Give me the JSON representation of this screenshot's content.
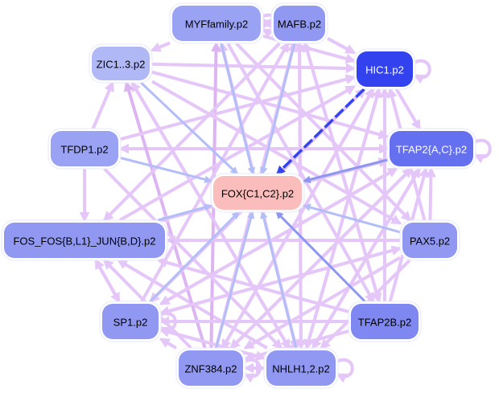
{
  "diagram": {
    "type": "network",
    "title": "",
    "colors": {
      "background": "#ffffff",
      "edge_default": "#e5c6f8",
      "edge_purple": "#ddb4f2",
      "edge_blue_light": "#b3bdf7",
      "edge_blue": "#8d97f2",
      "edge_blue_strong": "#3344ee",
      "edge_to_center_pink": "#f9c0c0",
      "node_border": "#e6e8fb"
    },
    "nodes": [
      {
        "id": "MYFfamily",
        "label": "MYFfamily.p2",
        "fill": "#9aa2f4",
        "text_color": "#000000"
      },
      {
        "id": "MAFB",
        "label": "MAFB.p2",
        "fill": "#9098f2",
        "text_color": "#000000"
      },
      {
        "id": "ZIC",
        "label": "ZIC1..3.p2",
        "fill": "#b1b8f6",
        "text_color": "#000000"
      },
      {
        "id": "HIC1",
        "label": "HIC1.p2",
        "fill": "#3242ee",
        "text_color": "#ffffff"
      },
      {
        "id": "TFDP1",
        "label": "TFDP1.p2",
        "fill": "#9aa2f4",
        "text_color": "#000000"
      },
      {
        "id": "TFAP2AC",
        "label": "TFAP2{A,C}.p2",
        "fill": "#6470f0",
        "text_color": "#ffffff"
      },
      {
        "id": "FOX",
        "label": "FOX{C1,C2}.p2",
        "fill": "#fbbcbc",
        "text_color": "#000000"
      },
      {
        "id": "FOS",
        "label": "FOS_FOS{B,L1}_JUN{B,D}.p2",
        "fill": "#9098f2",
        "text_color": "#000000"
      },
      {
        "id": "PAX5",
        "label": "PAX5.p2",
        "fill": "#9098f2",
        "text_color": "#000000"
      },
      {
        "id": "SP1",
        "label": "SP1.p2",
        "fill": "#9098f2",
        "text_color": "#000000"
      },
      {
        "id": "TFAP2B",
        "label": "TFAP2B.p2",
        "fill": "#7f88f1",
        "text_color": "#000000"
      },
      {
        "id": "ZNF384",
        "label": "ZNF384.p2",
        "fill": "#9098f2",
        "text_color": "#000000"
      },
      {
        "id": "NHLH",
        "label": "NHLH1,2.p2",
        "fill": "#9098f2",
        "text_color": "#000000"
      }
    ],
    "edges": [
      {
        "from": "HIC1",
        "to": "FOX",
        "kind": "strong",
        "dashed": true
      },
      {
        "from": "MAFB",
        "to": "FOX",
        "kind": "blue_light"
      },
      {
        "from": "MYFfamily",
        "to": "FOX",
        "kind": "blue_light"
      },
      {
        "from": "ZIC",
        "to": "FOX",
        "kind": "blue_light"
      },
      {
        "from": "TFDP1",
        "to": "FOX",
        "kind": "blue_light"
      },
      {
        "from": "TFAP2AC",
        "to": "FOX",
        "kind": "blue"
      },
      {
        "from": "FOS",
        "to": "FOX",
        "kind": "blue_light"
      },
      {
        "from": "PAX5",
        "to": "FOX",
        "kind": "blue_light"
      },
      {
        "from": "SP1",
        "to": "FOX",
        "kind": "blue_light"
      },
      {
        "from": "TFAP2B",
        "to": "FOX",
        "kind": "blue"
      },
      {
        "from": "ZNF384",
        "to": "FOX",
        "kind": "blue_light"
      },
      {
        "from": "NHLH",
        "to": "FOX",
        "kind": "blue_light"
      },
      {
        "from": "MYFfamily",
        "to": "MAFB",
        "kind": "default"
      },
      {
        "from": "MAFB",
        "to": "MYFfamily",
        "kind": "default"
      },
      {
        "from": "MAFB",
        "to": "HIC1",
        "kind": "default"
      },
      {
        "from": "MYFfamily",
        "to": "HIC1",
        "kind": "default"
      },
      {
        "from": "ZIC",
        "to": "HIC1",
        "kind": "default"
      },
      {
        "from": "ZIC",
        "to": "TFAP2AC",
        "kind": "default"
      },
      {
        "from": "MYFfamily",
        "to": "ZIC",
        "kind": "default"
      },
      {
        "from": "TFDP1",
        "to": "ZIC",
        "kind": "default"
      },
      {
        "from": "TFDP1",
        "to": "FOS",
        "kind": "default"
      },
      {
        "from": "TFDP1",
        "to": "TFAP2AC",
        "kind": "default"
      },
      {
        "from": "TFAP2AC",
        "to": "TFDP1",
        "kind": "default"
      },
      {
        "from": "HIC1",
        "to": "TFAP2AC",
        "kind": "default"
      },
      {
        "from": "PAX5",
        "to": "HIC1",
        "kind": "default"
      },
      {
        "from": "PAX5",
        "to": "FOS",
        "kind": "default"
      },
      {
        "from": "PAX5",
        "to": "SP1",
        "kind": "default"
      },
      {
        "from": "PAX5",
        "to": "TFAP2AC",
        "kind": "default"
      },
      {
        "from": "TFAP2B",
        "to": "TFAP2AC",
        "kind": "default"
      },
      {
        "from": "TFAP2B",
        "to": "ZNF384",
        "kind": "default"
      },
      {
        "from": "TFAP2B",
        "to": "MAFB",
        "kind": "default"
      },
      {
        "from": "NHLH",
        "to": "MAFB",
        "kind": "default"
      },
      {
        "from": "NHLH",
        "to": "MYFfamily",
        "kind": "default"
      },
      {
        "from": "NHLH",
        "to": "HIC1",
        "kind": "default"
      },
      {
        "from": "NHLH",
        "to": "TFAP2AC",
        "kind": "default"
      },
      {
        "from": "NHLH",
        "to": "ZIC",
        "kind": "default"
      },
      {
        "from": "NHLH",
        "to": "FOS",
        "kind": "default"
      },
      {
        "from": "NHLH",
        "to": "SP1",
        "kind": "default"
      },
      {
        "from": "ZNF384",
        "to": "NHLH",
        "kind": "default"
      },
      {
        "from": "NHLH",
        "to": "ZNF384",
        "kind": "default"
      },
      {
        "from": "ZNF384",
        "to": "MYFfamily",
        "kind": "purple"
      },
      {
        "from": "ZNF384",
        "to": "MAFB",
        "kind": "default"
      },
      {
        "from": "ZNF384",
        "to": "ZIC",
        "kind": "purple"
      },
      {
        "from": "ZNF384",
        "to": "HIC1",
        "kind": "default"
      },
      {
        "from": "ZNF384",
        "to": "TFAP2AC",
        "kind": "default"
      },
      {
        "from": "ZNF384",
        "to": "FOS",
        "kind": "default"
      },
      {
        "from": "ZNF384",
        "to": "SP1",
        "kind": "default"
      },
      {
        "from": "SP1",
        "to": "FOS",
        "kind": "default"
      },
      {
        "from": "SP1",
        "to": "MAFB",
        "kind": "default"
      },
      {
        "from": "SP1",
        "to": "HIC1",
        "kind": "default"
      },
      {
        "from": "SP1",
        "to": "TFAP2AC",
        "kind": "default"
      },
      {
        "from": "SP1",
        "to": "PAX5",
        "kind": "default"
      },
      {
        "from": "SP1",
        "to": "NHLH",
        "kind": "default"
      },
      {
        "from": "FOS",
        "to": "SP1",
        "kind": "default"
      },
      {
        "from": "FOS",
        "to": "TFAP2AC",
        "kind": "default"
      },
      {
        "from": "FOS",
        "to": "HIC1",
        "kind": "default"
      },
      {
        "from": "TFAP2AC",
        "to": "FOS",
        "kind": "default"
      },
      {
        "from": "MAFB",
        "to": "FOS",
        "kind": "default"
      },
      {
        "from": "MAFB",
        "to": "NHLH",
        "kind": "default"
      },
      {
        "from": "MAFB",
        "to": "TFAP2B",
        "kind": "default"
      },
      {
        "from": "MYFfamily",
        "to": "NHLH",
        "kind": "default"
      },
      {
        "from": "MYFfamily",
        "to": "TFAP2B",
        "kind": "default"
      },
      {
        "from": "MYFfamily",
        "to": "PAX5",
        "kind": "default"
      },
      {
        "from": "HIC1",
        "to": "NHLH",
        "kind": "default"
      },
      {
        "from": "HIC1",
        "to": "ZNF384",
        "kind": "default"
      },
      {
        "from": "HIC1",
        "to": "SP1",
        "kind": "default"
      },
      {
        "from": "ZIC",
        "to": "NHLH",
        "kind": "default"
      },
      {
        "from": "ZIC",
        "to": "PAX5",
        "kind": "default"
      },
      {
        "from": "TFAP2AC",
        "to": "NHLH",
        "kind": "default"
      },
      {
        "from": "TFAP2AC",
        "to": "SP1",
        "kind": "default"
      },
      {
        "from": "TFAP2AC",
        "to": "ZNF384",
        "kind": "default"
      },
      {
        "from": "TFDP1",
        "to": "NHLH",
        "kind": "default"
      },
      {
        "from": "TFDP1",
        "to": "HIC1",
        "kind": "default"
      },
      {
        "from": "PAX5",
        "to": "NHLH",
        "kind": "default"
      },
      {
        "from": "PAX5",
        "to": "ZNF384",
        "kind": "default"
      },
      {
        "from": "TFAP2B",
        "to": "FOS",
        "kind": "default"
      },
      {
        "from": "TFAP2B",
        "to": "HIC1",
        "kind": "default"
      },
      {
        "from": "TFAP2B",
        "to": "SP1",
        "kind": "default"
      },
      {
        "from": "ZNF384",
        "to": "ZNF384",
        "kind": "default",
        "self": true
      },
      {
        "from": "HIC1",
        "to": "HIC1",
        "kind": "default",
        "self": true
      },
      {
        "from": "TFAP2AC",
        "to": "TFAP2AC",
        "kind": "default",
        "self": true
      },
      {
        "from": "SP1",
        "to": "SP1",
        "kind": "default",
        "self": true
      },
      {
        "from": "NHLH",
        "to": "NHLH",
        "kind": "default",
        "self": true
      },
      {
        "from": "MYFfamily",
        "to": "MYFfamily",
        "kind": "default",
        "self": true
      }
    ]
  }
}
